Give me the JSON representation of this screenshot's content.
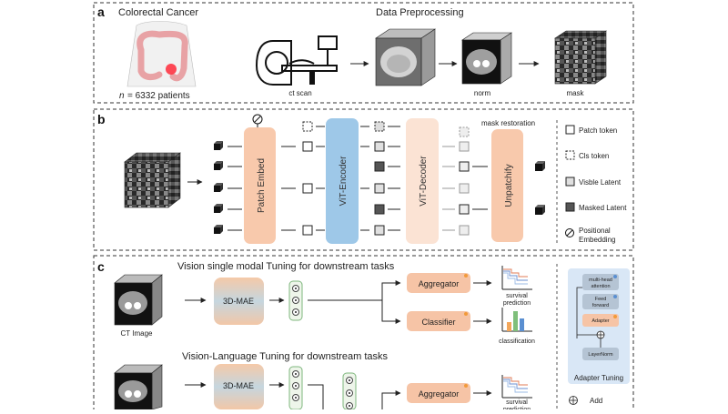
{
  "panel_a": {
    "letter": "a",
    "organ_title": "Colorectal Cancer",
    "n_label": "n",
    "patients_text": "= 6332 patients",
    "preprocessing_title": "Data Preprocessing",
    "steps": [
      "ct scan",
      "norm",
      "mask"
    ]
  },
  "panel_b": {
    "letter": "b",
    "patch_embed": "Patch Embed",
    "vit_encoder": "ViT-Encoder",
    "vit_decoder": "ViT-Decoder",
    "unpatchify": "Unpatchify",
    "mask_restoration": "mask restoration",
    "legend": {
      "patch_token": "Patch token",
      "cls_token": "Cls token",
      "visible_latent": "Visble Latent",
      "masked_latent": "Masked Latent",
      "positional_line1": "Positional",
      "positional_line2": "Embedding"
    }
  },
  "panel_c": {
    "letter": "c",
    "title1": "Vision single modal Tuning for downstream tasks",
    "title2": "Vision-Language Tuning for downstream tasks",
    "ct_image": "CT Image",
    "mae1": "3D-MAE",
    "mae2": "3D-MAE",
    "aggregator1": "Aggregator",
    "aggregator2": "Aggregator",
    "classifier": "Classifier",
    "survival1": "survival",
    "prediction1": "prediction",
    "classification": "classification",
    "survival2": "survival",
    "prediction2": "prediction",
    "adapter": {
      "mha1": "multi-head",
      "mha2": "attention",
      "ff1": "Feed",
      "ff2": "forward",
      "adapter": "Adapter",
      "layernorm": "LayerNorm",
      "caption": "Adapter Tuning"
    },
    "add_label": "Add"
  },
  "colors": {
    "peach": "#f8c9ac",
    "blue": "#9ec8e8",
    "aggregator": "#f6c4a6",
    "green_border": "#7fb77e",
    "adapter_bg": "#d9e7f6"
  }
}
